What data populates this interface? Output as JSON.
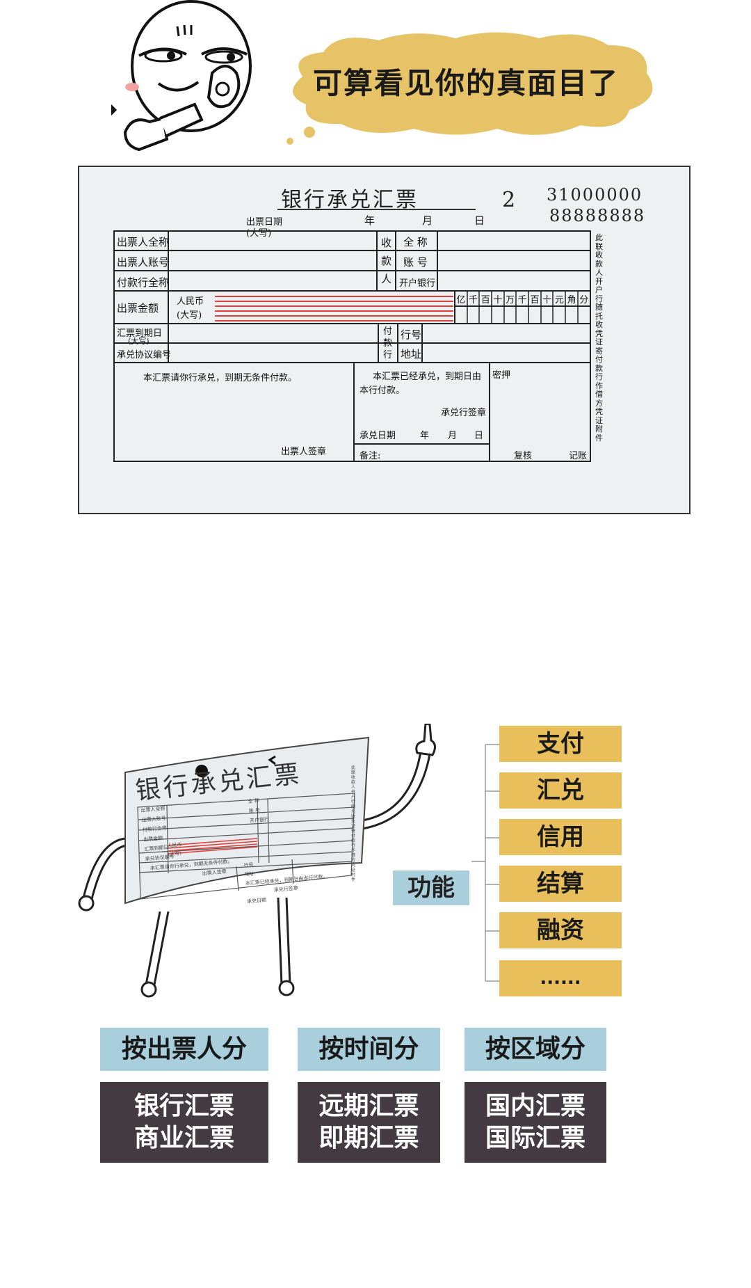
{
  "speech_bubble": {
    "text": "可算看见你的真面目了"
  },
  "bill": {
    "title": "银行承兑汇票",
    "copy_number": "2",
    "serial_top": "31000000",
    "serial_bottom": "88888888",
    "issue_date_label": "出票日期",
    "issue_date_sub": "(大写)",
    "year": "年",
    "month": "月",
    "day": "日",
    "drawer_name": "出票人全称",
    "drawer_account": "出票人账号",
    "payer_bank": "付款行全称",
    "payee_side": "收款人",
    "payee_name": "全 称",
    "payee_account": "账 号",
    "payee_bank": "开户银行",
    "amount_label": "出票金额",
    "rmb": "人民币",
    "rmb_sub": "(大写)",
    "digits": [
      "亿",
      "千",
      "百",
      "十",
      "万",
      "千",
      "百",
      "十",
      "元",
      "角",
      "分"
    ],
    "due_date_label": "汇票到期日",
    "due_date_sub": "(大写)",
    "agreement_label": "承兑协议编号",
    "payer_side": "付款行",
    "bank_code": "行号",
    "address": "地址",
    "drawer_statement": "本汇票请你行承兑，到期无条件付款。",
    "drawer_sign": "出票人签章",
    "accept_statement_1": "本汇票已经承兑，到期日由",
    "accept_statement_2": "本行付款。",
    "accept_sign": "承兑行签章",
    "accept_date": "承兑日期",
    "remark": "备注:",
    "secret": "密押",
    "review": "复核",
    "record": "记账",
    "side_note": "此联收款人开户行随托收凭证寄付款行作借方凭证附件"
  },
  "character": {
    "title": "银行承兑汇票",
    "mini": {
      "drawer_name": "出票人全称",
      "drawer_account": "出票人账号",
      "payer_bank": "付款行全称",
      "amount": "出票金额",
      "due": "汇票到期日",
      "agreement": "承兑协议编号",
      "payee_name": "全 称",
      "payee_account": "账 号",
      "payee_bank": "开户银行",
      "rmb": "人民币",
      "rmb_sub": "(大写)",
      "drawer_statement": "本汇票请你行承兑，到期无条件付款。",
      "accept_statement": "本汇票已经承兑，到期日由本行付款。",
      "accept_sign": "承兑行签章",
      "drawer_sign": "出票人签章",
      "accept_date": "承兑日期",
      "bank_code": "行号",
      "address": "地址",
      "side_note": "此联收款人开户行随托收凭证寄付款行作借方凭证附件"
    }
  },
  "functions": {
    "label": "功能",
    "items": [
      "支付",
      "汇兑",
      "信用",
      "结算",
      "融资",
      "......"
    ]
  },
  "categories": [
    {
      "title": "按出票人分",
      "items": [
        "银行汇票",
        "商业汇票"
      ]
    },
    {
      "title": "按时间分",
      "items": [
        "远期汇票",
        "即期汇票"
      ]
    },
    {
      "title": "按区域分",
      "items": [
        "国内汇票",
        "国际汇票"
      ]
    }
  ],
  "colors": {
    "func_box": "#e8bf5a",
    "category_head": "#a9cfdc",
    "category_body": "#443a42",
    "bubble": "#e7c367",
    "highlight_line": "#e0403a"
  }
}
